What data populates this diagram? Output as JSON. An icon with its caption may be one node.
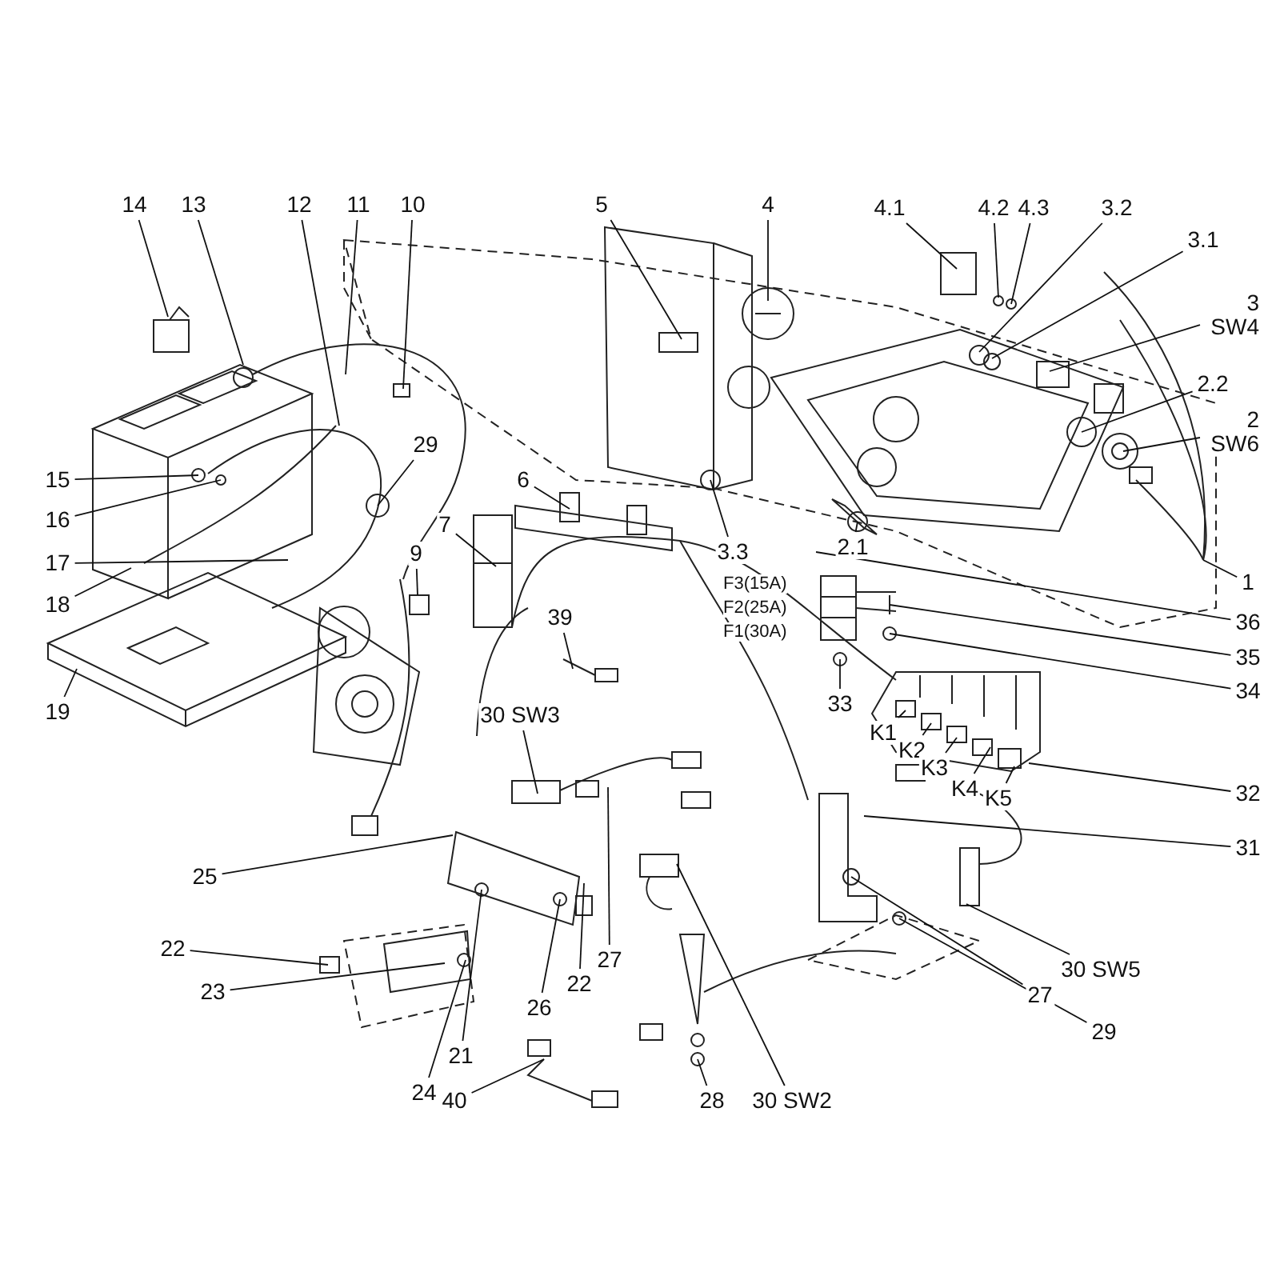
{
  "diagram": {
    "nodes": [
      {
        "text": [
          "14"
        ]
      },
      {
        "text": [
          "13"
        ]
      },
      {
        "text": [
          "12"
        ]
      },
      {
        "text": [
          "11"
        ]
      },
      {
        "text": [
          "10"
        ]
      },
      {
        "text": [
          "5"
        ]
      },
      {
        "text": [
          "4"
        ]
      },
      {
        "text": [
          "4.1"
        ]
      },
      {
        "text": [
          "4.2"
        ]
      },
      {
        "text": [
          "4.3"
        ]
      },
      {
        "text": [
          "3.2"
        ]
      },
      {
        "text": [
          "3.1"
        ]
      },
      {
        "text": [
          "3 SW4"
        ]
      },
      {
        "text": [
          "2.2"
        ]
      },
      {
        "text": [
          "2 SW6"
        ]
      },
      {
        "text": [
          "29"
        ]
      },
      {
        "text": [
          "15"
        ]
      },
      {
        "text": [
          "16"
        ]
      },
      {
        "text": [
          "6"
        ]
      },
      {
        "text": [
          "7"
        ]
      },
      {
        "text": [
          "17"
        ]
      },
      {
        "text": [
          "9"
        ]
      },
      {
        "text": [
          "3.3"
        ]
      },
      {
        "text": [
          "2.1"
        ]
      },
      {
        "text": [
          "1"
        ]
      },
      {
        "text": [
          "18"
        ]
      },
      {
        "text": [
          "36"
        ]
      },
      {
        "text": [
          "35"
        ]
      },
      {
        "text": [
          "34"
        ]
      },
      {
        "text": [
          "39"
        ]
      },
      {
        "text": [
          "33"
        ]
      },
      {
        "text": [
          "19"
        ]
      },
      {
        "text": [
          "30 SW3"
        ]
      },
      {
        "text": [
          "K1"
        ]
      },
      {
        "text": [
          "K2"
        ]
      },
      {
        "text": [
          "K3"
        ]
      },
      {
        "text": [
          "K4"
        ]
      },
      {
        "text": [
          "K5"
        ]
      },
      {
        "text": [
          "32"
        ]
      },
      {
        "text": [
          "31"
        ]
      },
      {
        "text": [
          "25"
        ]
      },
      {
        "text": [
          "22"
        ]
      },
      {
        "text": [
          "27"
        ]
      },
      {
        "text": [
          "22"
        ]
      },
      {
        "text": [
          "26"
        ]
      },
      {
        "text": [
          "30 SW5"
        ]
      },
      {
        "text": [
          "23"
        ]
      },
      {
        "text": [
          "27"
        ]
      },
      {
        "text": [
          "29"
        ]
      },
      {
        "text": [
          "21"
        ]
      },
      {
        "text": [
          "24"
        ]
      },
      {
        "text": [
          "40"
        ]
      },
      {
        "text": [
          "28"
        ]
      },
      {
        "text": [
          "30 SW2"
        ]
      }
    ],
    "edges": [
      {
        "from": 0,
        "to": null,
        "arrow": "none"
      },
      {
        "from": 1,
        "to": null,
        "arrow": "none"
      },
      {
        "from": 2,
        "to": null,
        "arrow": "none"
      },
      {
        "from": 3,
        "to": null,
        "arrow": "none"
      },
      {
        "from": 4,
        "to": null,
        "arrow": "none"
      },
      {
        "from": 5,
        "to": null,
        "arrow": "none"
      },
      {
        "from": 6,
        "to": null,
        "arrow": "none"
      },
      {
        "from": 7,
        "to": null,
        "arrow": "none"
      },
      {
        "from": 8,
        "to": null,
        "arrow": "none"
      },
      {
        "from": 9,
        "to": null,
        "arrow": "none"
      },
      {
        "from": 10,
        "to": null,
        "arrow": "none"
      },
      {
        "from": 11,
        "to": null,
        "arrow": "none"
      },
      {
        "from": 12,
        "to": null,
        "arrow": "none"
      },
      {
        "from": 13,
        "to": null,
        "arrow": "none"
      },
      {
        "from": 14,
        "to": null,
        "arrow": "none"
      },
      {
        "from": 15,
        "to": null,
        "arrow": "none"
      },
      {
        "from": 16,
        "to": null,
        "arrow": "none"
      },
      {
        "from": 17,
        "to": null,
        "arrow": "none"
      },
      {
        "from": 18,
        "to": null,
        "arrow": "none"
      },
      {
        "from": 19,
        "to": null,
        "arrow": "none"
      },
      {
        "from": 20,
        "to": null,
        "arrow": "none"
      },
      {
        "from": 21,
        "to": null,
        "arrow": "none"
      },
      {
        "from": 22,
        "to": null,
        "arrow": "none"
      },
      {
        "from": 23,
        "to": null,
        "arrow": "none"
      },
      {
        "from": 24,
        "to": null,
        "arrow": "none"
      },
      {
        "from": 25,
        "to": null,
        "arrow": "none"
      },
      {
        "from": 26,
        "to": null,
        "arrow": "none"
      },
      {
        "from": 27,
        "to": null,
        "arrow": "none"
      },
      {
        "from": 28,
        "to": null,
        "arrow": "none"
      },
      {
        "from": 29,
        "to": null,
        "arrow": "none"
      },
      {
        "from": 30,
        "to": null,
        "arrow": "none"
      },
      {
        "from": 31,
        "to": null,
        "arrow": "none"
      },
      {
        "from": 32,
        "to": null,
        "arrow": "none"
      },
      {
        "from": 33,
        "to": null,
        "arrow": "none"
      },
      {
        "from": 34,
        "to": null,
        "arrow": "none"
      },
      {
        "from": 35,
        "to": null,
        "arrow": "none"
      },
      {
        "from": 36,
        "to": null,
        "arrow": "none"
      },
      {
        "from": 37,
        "to": null,
        "arrow": "none"
      },
      {
        "from": 38,
        "to": null,
        "arrow": "none"
      },
      {
        "from": 39,
        "to": null,
        "arrow": "none"
      },
      {
        "from": 40,
        "to": null,
        "arrow": "none"
      },
      {
        "from": 41,
        "to": null,
        "arrow": "none"
      },
      {
        "from": 42,
        "to": null,
        "arrow": "none"
      },
      {
        "from": 43,
        "to": null,
        "arrow": "none"
      },
      {
        "from": 44,
        "to": null,
        "arrow": "none"
      },
      {
        "from": 45,
        "to": null,
        "arrow": "none"
      },
      {
        "from": 46,
        "to": null,
        "arrow": "none"
      },
      {
        "from": 47,
        "to": null,
        "arrow": "none"
      },
      {
        "from": 48,
        "to": null,
        "arrow": "none"
      },
      {
        "from": 49,
        "to": null,
        "arrow": "none"
      },
      {
        "from": 50,
        "to": null,
        "arrow": "none"
      },
      {
        "from": 51,
        "to": null,
        "arrow": "none"
      },
      {
        "from": 52,
        "to": null,
        "arrow": "none"
      },
      {
        "from": 53,
        "to": null,
        "arrow": "none"
      }
    ],
    "labels": [
      "F3(15A)",
      "F2(25A)",
      "F1(30A)"
    ]
  }
}
